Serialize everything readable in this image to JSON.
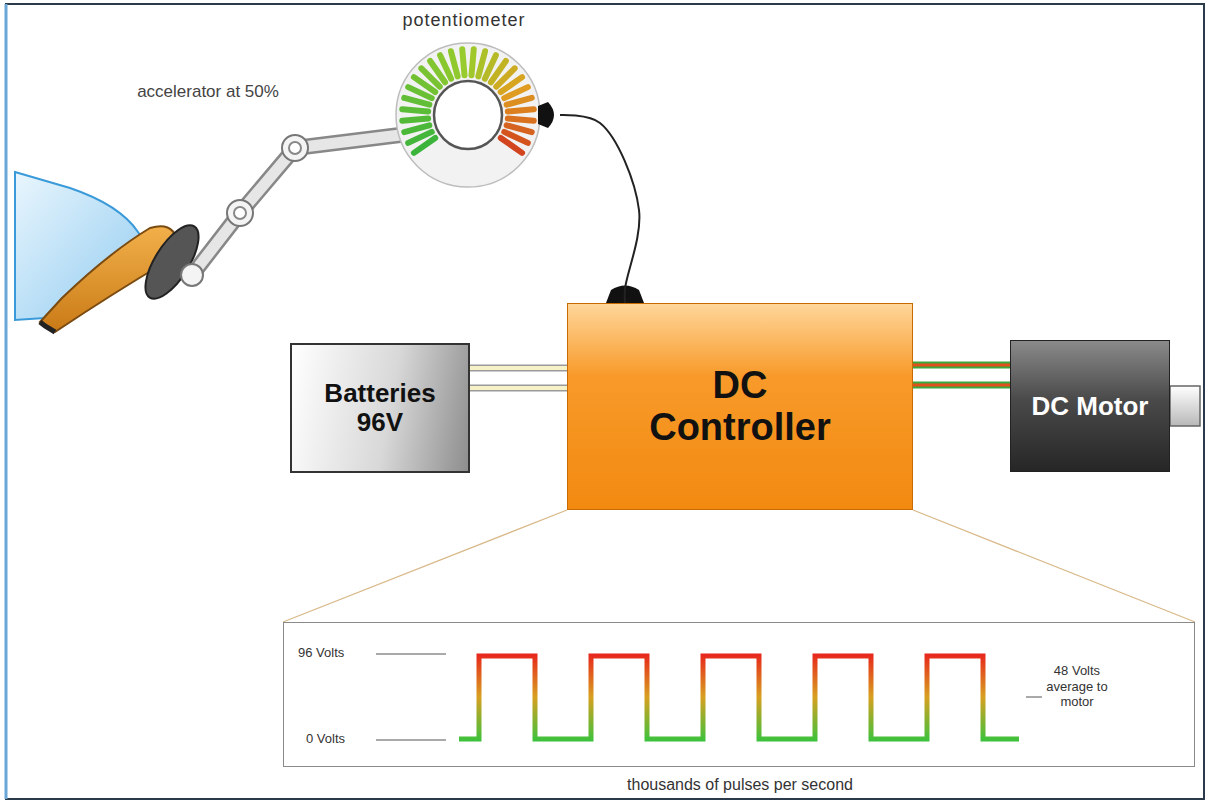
{
  "diagram": {
    "nodes": [
      {
        "text": [
          "potentiometer"
        ]
      },
      {
        "text": [
          "Batteries 96V"
        ]
      },
      {
        "text": [
          "DC Controller"
        ]
      },
      {
        "text": [
          "DC Motor"
        ]
      },
      {
        "text": [
          "96 Volts",
          "0 Volts",
          "48 Volts average to motor",
          "thousands of pulses per second"
        ]
      }
    ],
    "edges": [
      {
        "from": 0,
        "to": 2,
        "arrow": "none"
      },
      {
        "from": 1,
        "to": 2,
        "arrow": "none"
      },
      {
        "from": 2,
        "to": 3,
        "arrow": "none"
      },
      {
        "from": 2,
        "to": 4,
        "arrow": "none"
      }
    ],
    "labels": [
      "accelerator at 50%"
    ]
  }
}
